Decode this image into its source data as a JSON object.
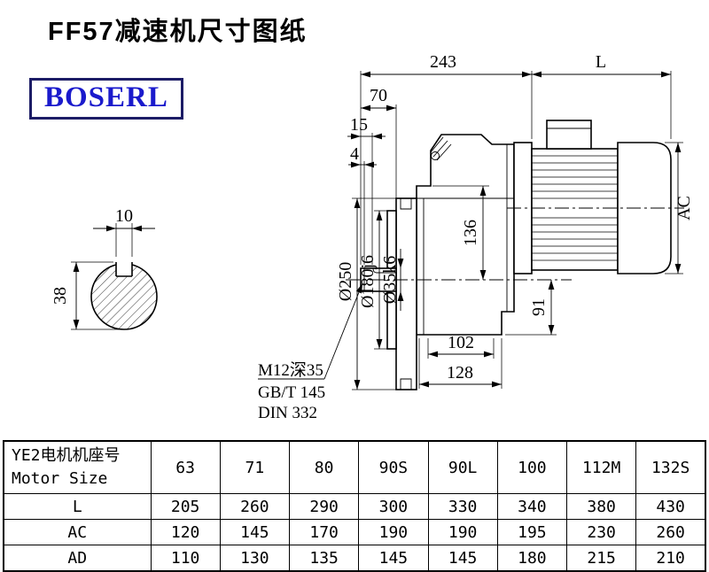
{
  "page": {
    "title": "FF57减速机尺寸图纸",
    "logo": "BOSERL"
  },
  "drawing": {
    "dims": {
      "top_width": "243",
      "motor_length": "L",
      "shaft_length": "70",
      "key_start": "15",
      "chamfer": "4",
      "center_height": "136",
      "motor_diameter": "AC",
      "center_to_bottom": "91",
      "bolt_spacing": "102",
      "base_width": "128",
      "flange_od": "Ø250",
      "pilot_dia": "Ø180j6",
      "shaft_dia": "Ø35k6",
      "key_width": "10",
      "shaft_height": "38"
    },
    "notes": [
      "M12深35",
      "GB/T 145",
      "DIN 332"
    ]
  },
  "table": {
    "header_cn": "YE2电机机座号",
    "header_en": "Motor Size",
    "sizes": [
      "63",
      "71",
      "80",
      "90S",
      "90L",
      "100",
      "112M",
      "132S"
    ],
    "rows": [
      {
        "label": "L",
        "values": [
          "205",
          "260",
          "290",
          "300",
          "330",
          "340",
          "380",
          "430"
        ]
      },
      {
        "label": "AC",
        "values": [
          "120",
          "145",
          "170",
          "190",
          "190",
          "195",
          "230",
          "260"
        ]
      },
      {
        "label": "AD",
        "values": [
          "110",
          "130",
          "135",
          "145",
          "145",
          "180",
          "215",
          "210"
        ]
      }
    ]
  }
}
